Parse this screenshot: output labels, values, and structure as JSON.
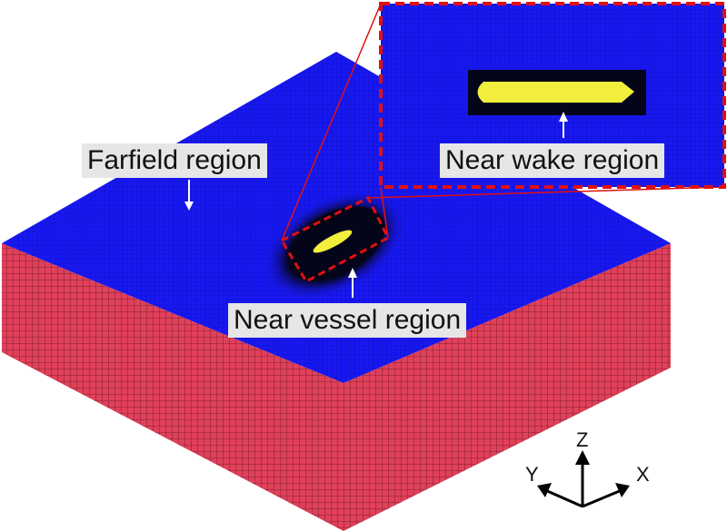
{
  "labels": {
    "farfield": "Farfield region",
    "near_vessel": "Near vessel region",
    "near_wake": "Near wake region"
  },
  "axes": {
    "z": "Z",
    "y": "Y",
    "x": "X"
  },
  "colors": {
    "ocean_surface": "#1818f0",
    "side_walls": "#e0405a",
    "mesh_dark": "#05051a",
    "vessel": "#f2ee3c",
    "highlight": "#e01010"
  },
  "icons": [
    "down-arrow-icon",
    "up-arrow-icon",
    "axis-triad-icon"
  ]
}
